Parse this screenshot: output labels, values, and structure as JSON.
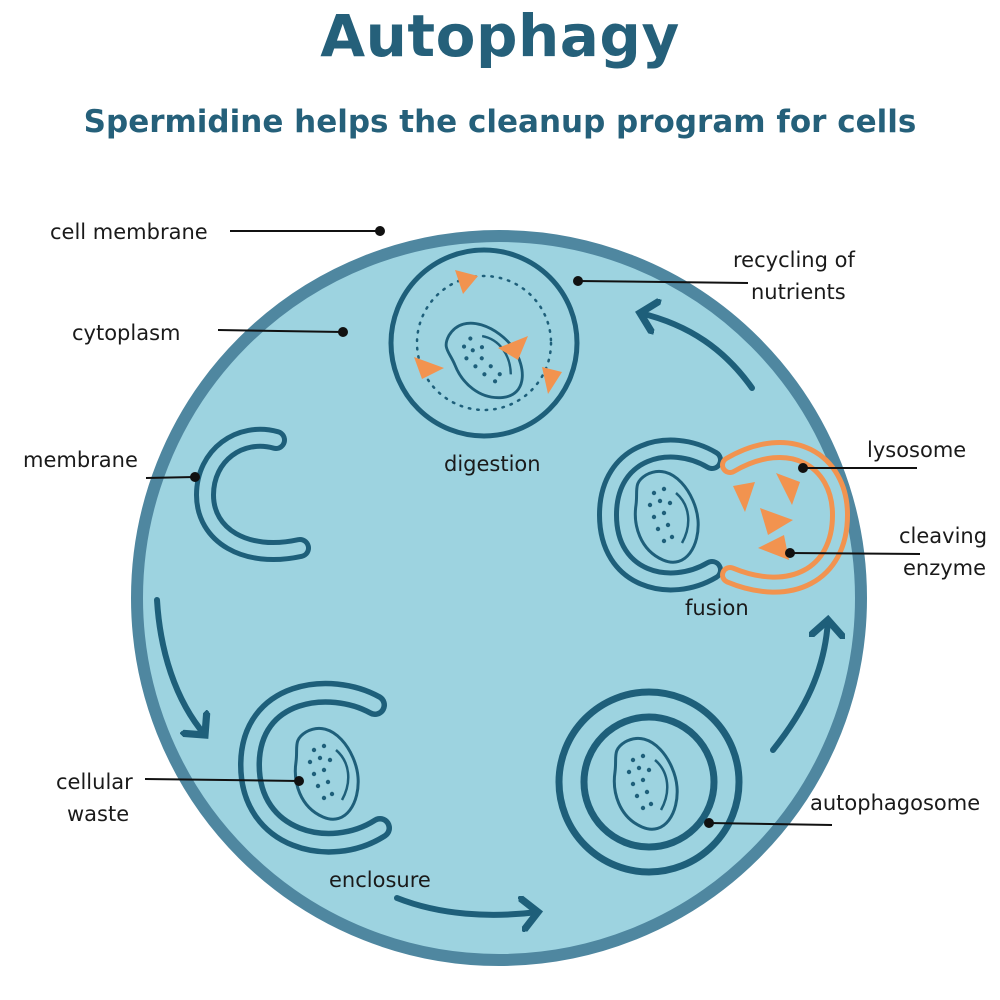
{
  "title": "Autophagy",
  "subtitle": "Spermidine helps the cleanup program for cells",
  "labels": {
    "cell_membrane": "cell membrane",
    "cytoplasm": "cytoplasm",
    "membrane": "membrane",
    "cellular_waste_1": "cellular",
    "cellular_waste_2": "waste",
    "enclosure": "enclosure",
    "autophagosome": "autophagosome",
    "fusion": "fusion",
    "lysosome": "lysosome",
    "cleaving_enzyme_1": "cleaving",
    "cleaving_enzyme_2": "enzyme",
    "digestion": "digestion",
    "recycling_1": "recycling of",
    "recycling_2": "nutrients"
  },
  "colors": {
    "title": "#25607a",
    "cell_fill": "#9dd3e0",
    "cell_border": "#4f87a0",
    "structure": "#1e5f7a",
    "enzyme": "#f2934f",
    "leader_line": "#111111"
  }
}
